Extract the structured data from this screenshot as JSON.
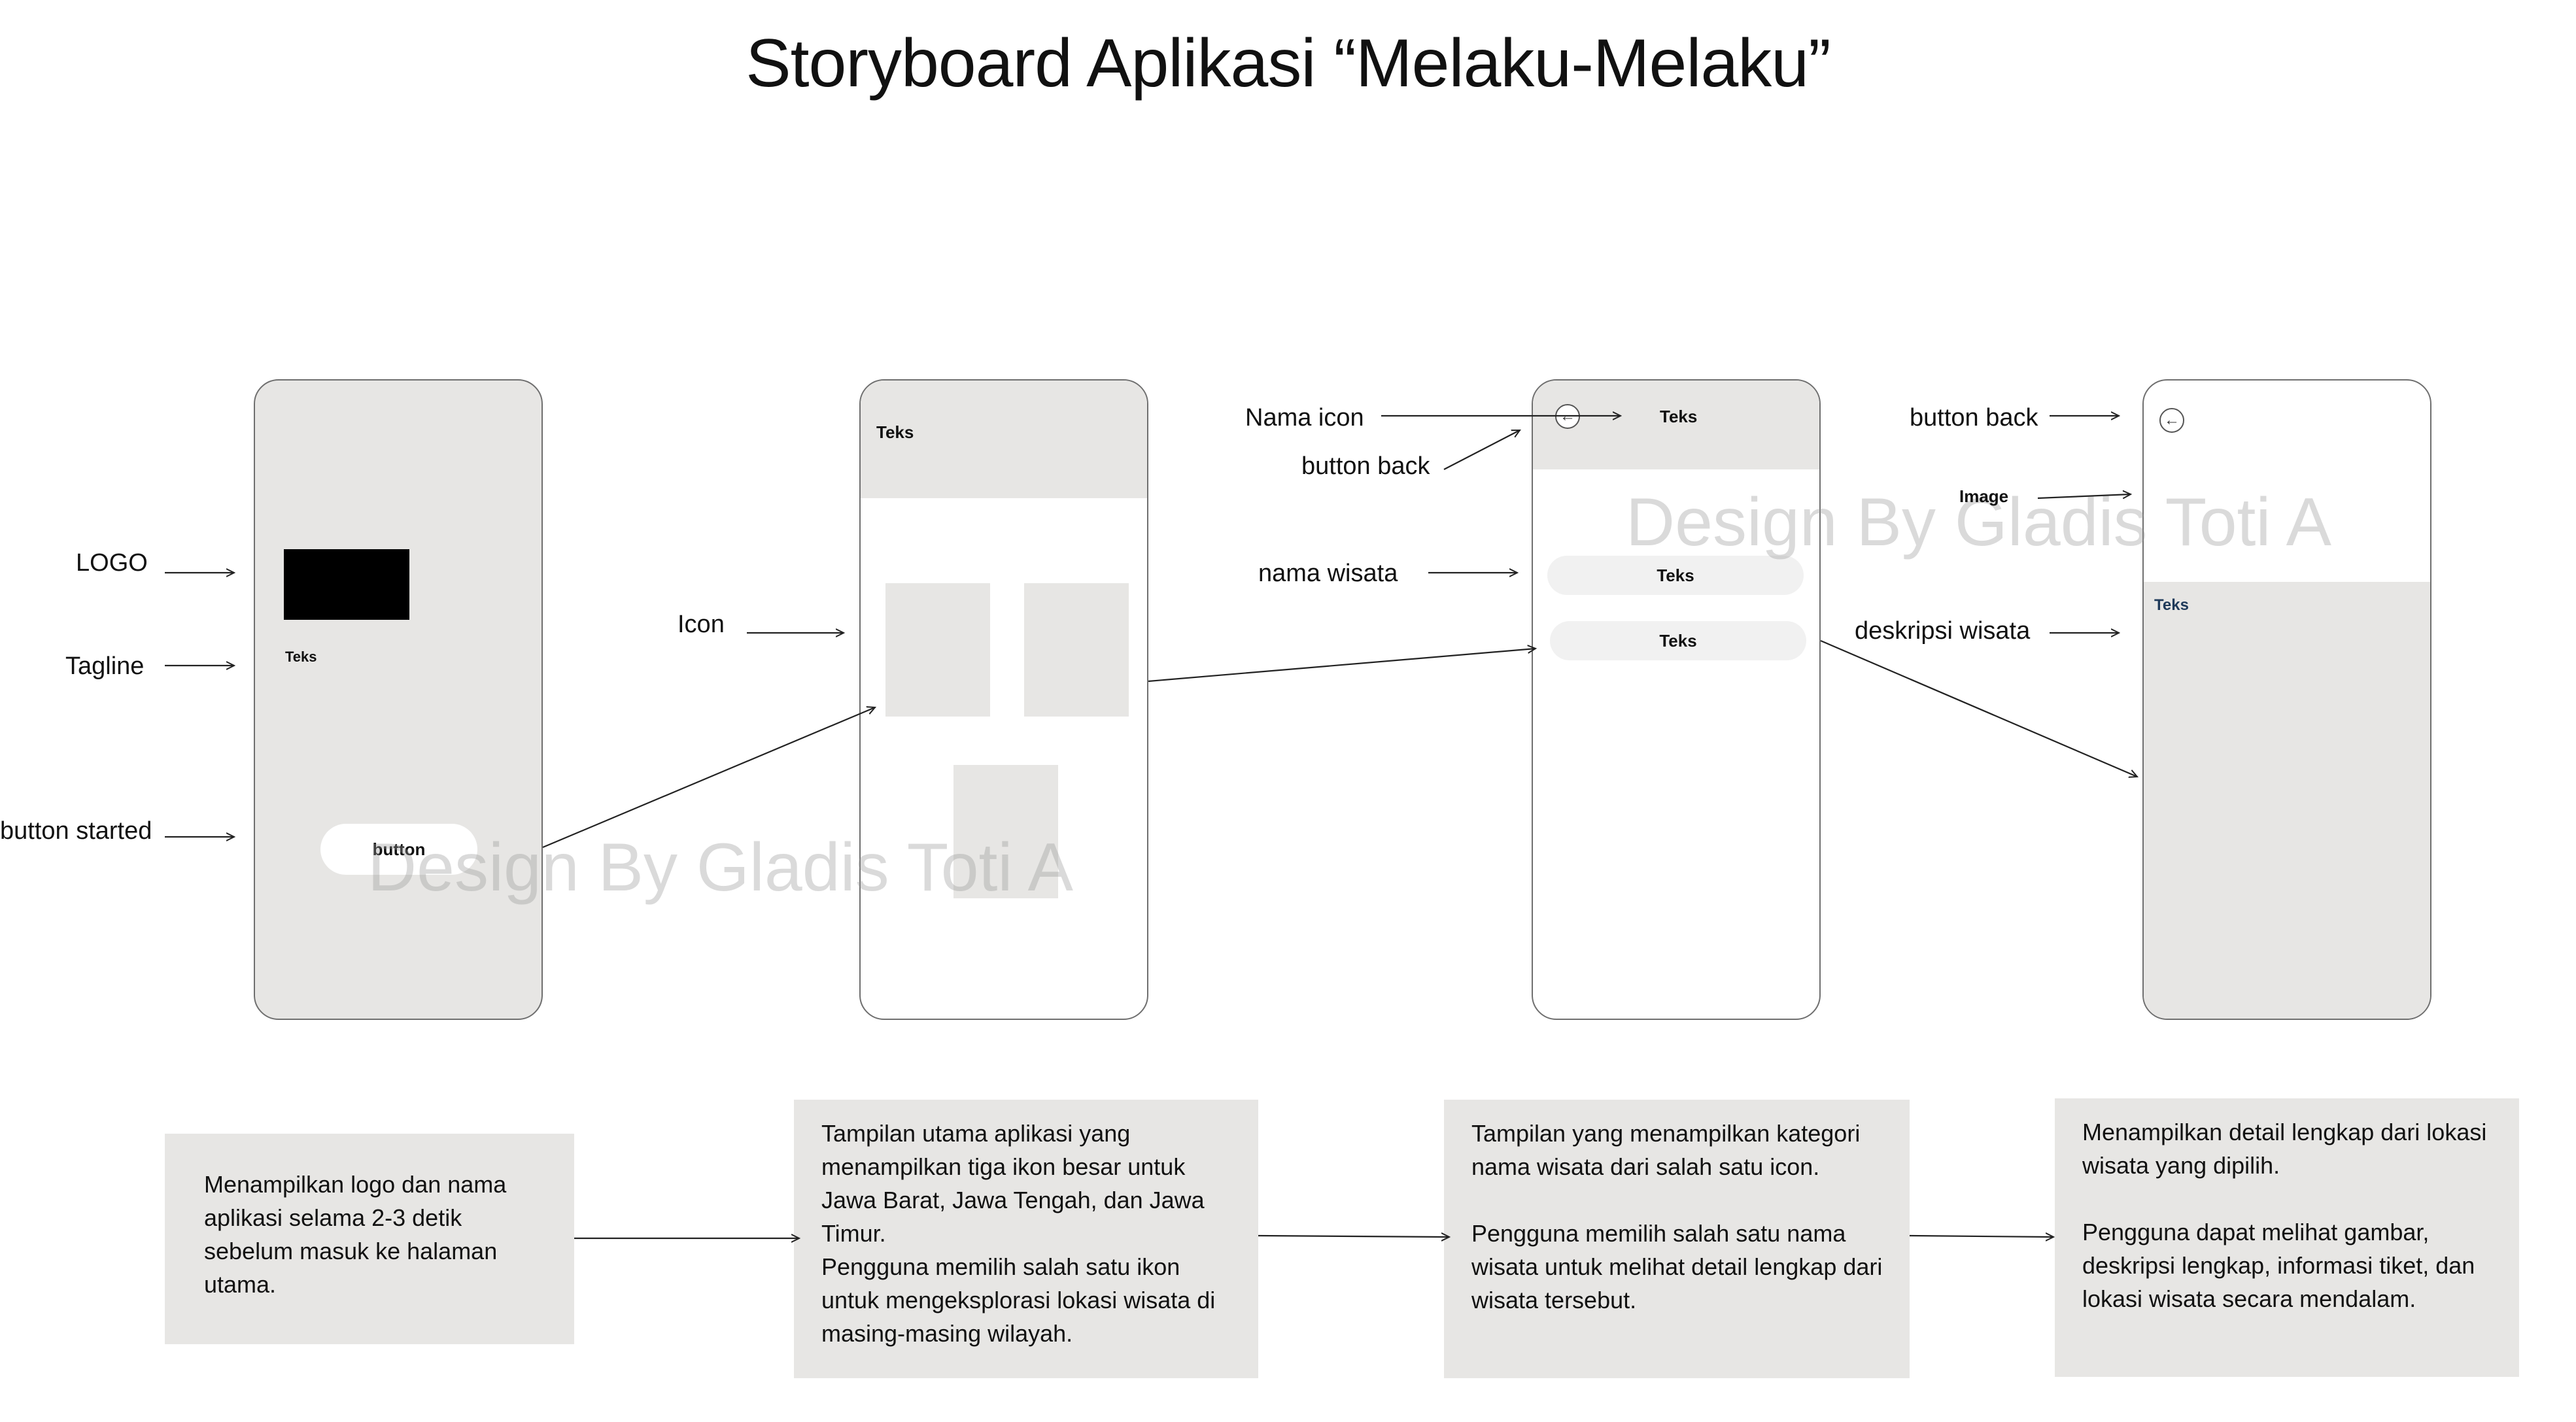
{
  "title": "Storyboard Aplikasi “Melaku-Melaku”",
  "watermark": "Design By Gladis Toti  A",
  "screen1": {
    "tagline_text": "Teks",
    "button_text": "button",
    "labels": {
      "logo": "LOGO",
      "tagline": "Tagline",
      "button_started": "button started"
    }
  },
  "screen2": {
    "header_text": "Teks",
    "labels": {
      "icon": "Icon"
    }
  },
  "screen3": {
    "header_text": "Teks",
    "item1": "Teks",
    "item2": "Teks",
    "labels": {
      "nama_icon": "Nama icon",
      "button_back": "button back",
      "nama_wisata": "nama wisata"
    }
  },
  "screen4": {
    "image_label": "Image",
    "desc_text": "Teks",
    "labels": {
      "button_back": "button back",
      "deskripsi_wisata": "deskripsi wisata"
    }
  },
  "notes": [
    "Menampilkan logo dan nama aplikasi selama 2-3 detik sebelum masuk ke halaman utama.",
    "Tampilan utama aplikasi yang menampilkan tiga ikon besar untuk Jawa Barat, Jawa Tengah, dan Jawa Timur.\nPengguna memilih salah satu ikon untuk mengeksplorasi lokasi wisata di masing-masing wilayah.",
    "Tampilan yang menampilkan kategori nama wisata dari salah satu icon.\n\nPengguna memilih salah satu  nama wisata untuk melihat detail lengkap dari wisata tersebut.",
    "Menampilkan detail lengkap dari lokasi wisata yang dipilih.\n\nPengguna dapat melihat gambar, deskripsi lengkap, informasi tiket, dan lokasi wisata secara mendalam."
  ],
  "colors": {
    "panel_gray": "#e7e6e4",
    "phone_border": "#6f6f6f",
    "accent_text": "#1f3a5a"
  },
  "icons": {
    "back": "arrow-left-circle-icon"
  }
}
